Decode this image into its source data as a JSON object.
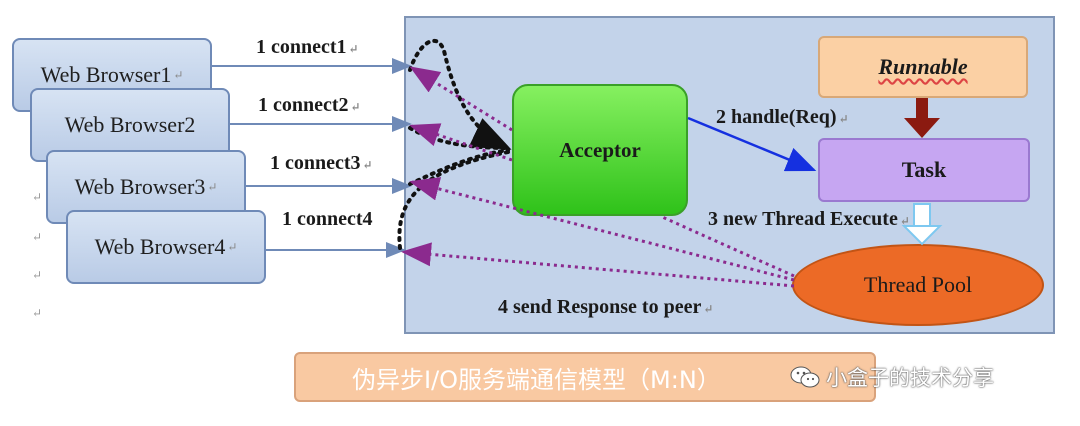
{
  "browsers": [
    {
      "label": "Web Browser1"
    },
    {
      "label": "Web Browser2"
    },
    {
      "label": "Web Browser3"
    },
    {
      "label": "Web Browser4"
    }
  ],
  "connections": [
    {
      "label": "1 connect1"
    },
    {
      "label": "1 connect2"
    },
    {
      "label": "1 connect3"
    },
    {
      "label": "1 connect4"
    }
  ],
  "acceptor": {
    "label": "Acceptor"
  },
  "handle": {
    "label": "2 handle(Req)"
  },
  "runnable": {
    "label": "Runnable"
  },
  "task": {
    "label": "Task"
  },
  "execute": {
    "label": "3 new Thread Execute"
  },
  "thread_pool": {
    "label": "Thread Pool"
  },
  "response": {
    "label": "4 send Response to peer"
  },
  "caption": {
    "text": "伪异步I/O服务端通信模型（M:N）"
  },
  "watermark": {
    "text": "小盒子的技术分享"
  },
  "paragraph_mark": "↵",
  "colors": {
    "panel": "#c3d3ea",
    "acceptor": "#3cc922",
    "task": "#c6a6f2",
    "runnable": "#fbd0a4",
    "thread_pool": "#ec6a26",
    "request_arrow": "#6f8ab7",
    "handle_arrow": "#1530e0",
    "response_arrow": "#8b2a8e",
    "runnable_arrow": "#8b1a10",
    "execute_arrow": "#7ec8f0"
  }
}
